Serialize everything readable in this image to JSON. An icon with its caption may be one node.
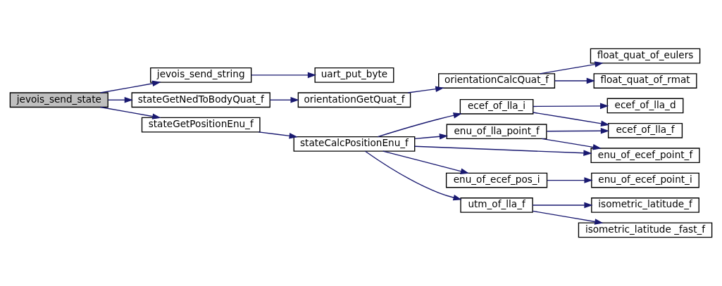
{
  "diagram": {
    "nodes": [
      {
        "text": [
          "jevois_send_state"
        ]
      },
      {
        "text": [
          "jevois_send_string"
        ]
      },
      {
        "text": [
          "uart_put_byte"
        ]
      },
      {
        "text": [
          "stateGetNedToBodyQuat_f"
        ]
      },
      {
        "text": [
          "orientationGetQuat_f"
        ]
      },
      {
        "text": [
          "orientationCalcQuat_f"
        ]
      },
      {
        "text": [
          "float_quat_of_eulers"
        ]
      },
      {
        "text": [
          "float_quat_of_rmat"
        ]
      },
      {
        "text": [
          "stateGetPositionEnu_f"
        ]
      },
      {
        "text": [
          "stateCalcPositionEnu_f"
        ]
      },
      {
        "text": [
          "ecef_of_lla_i"
        ]
      },
      {
        "text": [
          "ecef_of_lla_d"
        ]
      },
      {
        "text": [
          "ecef_of_lla_f"
        ]
      },
      {
        "text": [
          "enu_of_lla_point_f"
        ]
      },
      {
        "text": [
          "enu_of_ecef_point_f"
        ]
      },
      {
        "text": [
          "enu_of_ecef_pos_i"
        ]
      },
      {
        "text": [
          "enu_of_ecef_point_i"
        ]
      },
      {
        "text": [
          "utm_of_lla_f"
        ]
      },
      {
        "text": [
          "isometric_latitude_f"
        ]
      },
      {
        "text": [
          "isometric_latitude _fast_f"
        ]
      }
    ],
    "edges": [
      {
        "from": 0,
        "to": 1,
        "arrow": "to"
      },
      {
        "from": 0,
        "to": 3,
        "arrow": "to"
      },
      {
        "from": 0,
        "to": 8,
        "arrow": "to"
      },
      {
        "from": 1,
        "to": 2,
        "arrow": "to"
      },
      {
        "from": 3,
        "to": 4,
        "arrow": "to"
      },
      {
        "from": 4,
        "to": 5,
        "arrow": "to"
      },
      {
        "from": 5,
        "to": 6,
        "arrow": "to"
      },
      {
        "from": 5,
        "to": 7,
        "arrow": "to"
      },
      {
        "from": 8,
        "to": 9,
        "arrow": "to"
      },
      {
        "from": 9,
        "to": 10,
        "arrow": "to"
      },
      {
        "from": 9,
        "to": 13,
        "arrow": "to"
      },
      {
        "from": 9,
        "to": 14,
        "arrow": "to"
      },
      {
        "from": 9,
        "to": 15,
        "arrow": "to"
      },
      {
        "from": 9,
        "to": 17,
        "arrow": "to"
      },
      {
        "from": 10,
        "to": 11,
        "arrow": "to"
      },
      {
        "from": 10,
        "to": 12,
        "arrow": "to"
      },
      {
        "from": 13,
        "to": 12,
        "arrow": "to"
      },
      {
        "from": 13,
        "to": 14,
        "arrow": "to"
      },
      {
        "from": 15,
        "to": 16,
        "arrow": "to"
      },
      {
        "from": 17,
        "to": 18,
        "arrow": "to"
      },
      {
        "from": 17,
        "to": 19,
        "arrow": "to"
      }
    ]
  }
}
